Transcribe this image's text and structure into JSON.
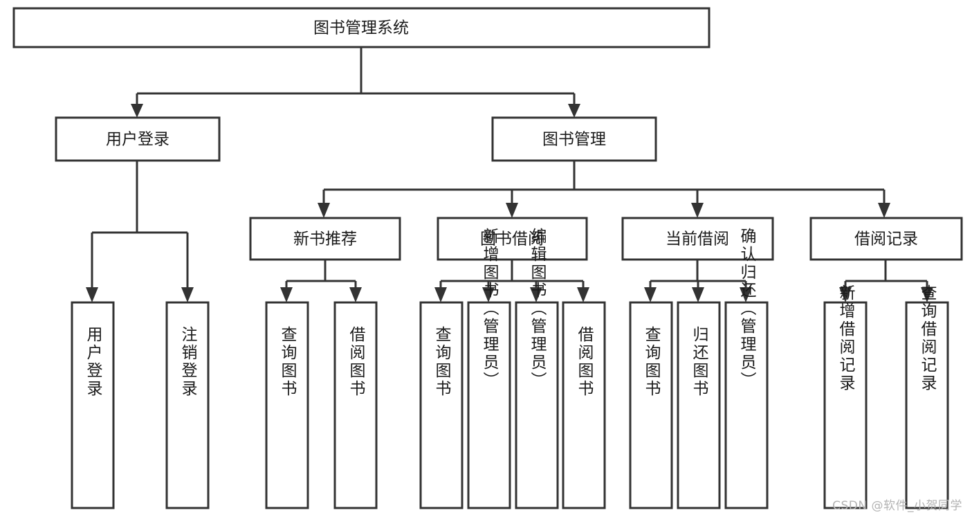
{
  "diagram": {
    "type": "tree-hierarchy",
    "title": "图书管理系统",
    "orientation": "top-down",
    "colors": {
      "box_stroke": "#333333",
      "box_fill": "#ffffff",
      "text": "#1a1a1a",
      "background": "#ffffff",
      "watermark": "#b3b3b3"
    },
    "root": {
      "label": "图书管理系统"
    },
    "level2": [
      {
        "label": "用户登录"
      },
      {
        "label": "图书管理"
      }
    ],
    "level3": [
      {
        "label": "新书推荐"
      },
      {
        "label": "图书借阅"
      },
      {
        "label": "当前借阅"
      },
      {
        "label": "借阅记录"
      }
    ],
    "leaves": {
      "user_login": [
        {
          "label": "用户登录"
        },
        {
          "label": "注销登录"
        }
      ],
      "new_book_recommend": [
        {
          "label": "查询图书"
        },
        {
          "label": "借阅图书"
        }
      ],
      "book_borrow": [
        {
          "label": "查询图书"
        },
        {
          "label": "新增图书（管理员）"
        },
        {
          "label": "编辑图书（管理员）"
        },
        {
          "label": "借阅图书"
        }
      ],
      "current_borrow": [
        {
          "label": "查询图书"
        },
        {
          "label": "归还图书"
        },
        {
          "label": "确认归还（管理员）"
        }
      ],
      "borrow_record": [
        {
          "label": "新增借阅记录"
        },
        {
          "label": "查询借阅记录"
        }
      ]
    }
  },
  "watermark": {
    "text": "CSDN @软件_小贺同学"
  }
}
